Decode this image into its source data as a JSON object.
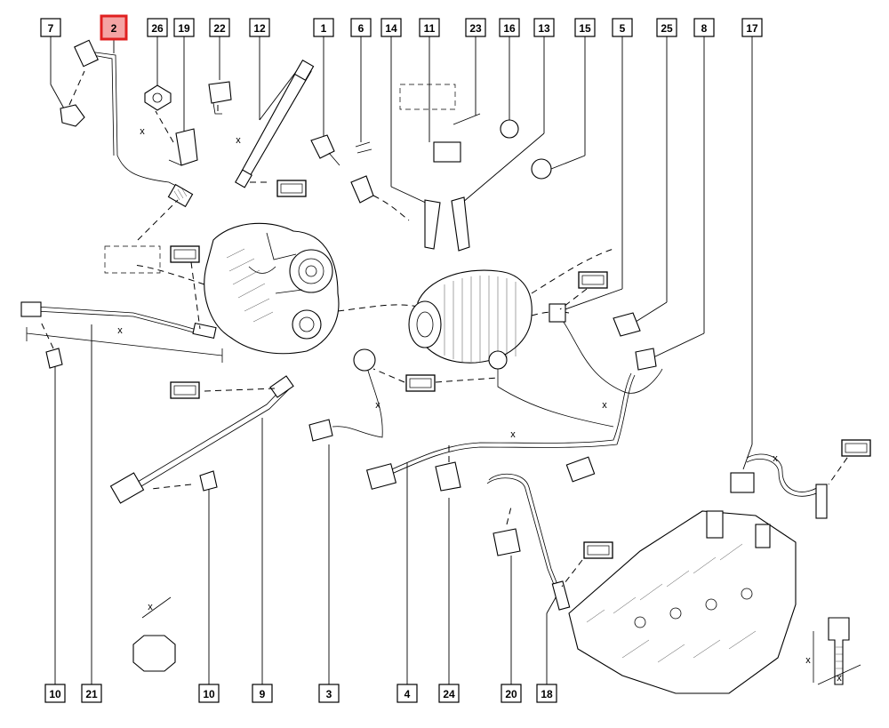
{
  "diagram": {
    "selected_callout": "2",
    "callouts_top": [
      "7",
      "2",
      "26",
      "19",
      "22",
      "12",
      "1",
      "6",
      "14",
      "11",
      "23",
      "16",
      "13",
      "15",
      "5",
      "25",
      "8",
      "17"
    ],
    "callouts_bottom": [
      "10",
      "21",
      "10",
      "9",
      "3",
      "4",
      "24",
      "20",
      "18"
    ],
    "dimension_label": "x",
    "colors": {
      "selected_fill": "#f4a4a4",
      "selected_stroke": "#e02020",
      "line": "#000000",
      "background": "#ffffff"
    }
  }
}
